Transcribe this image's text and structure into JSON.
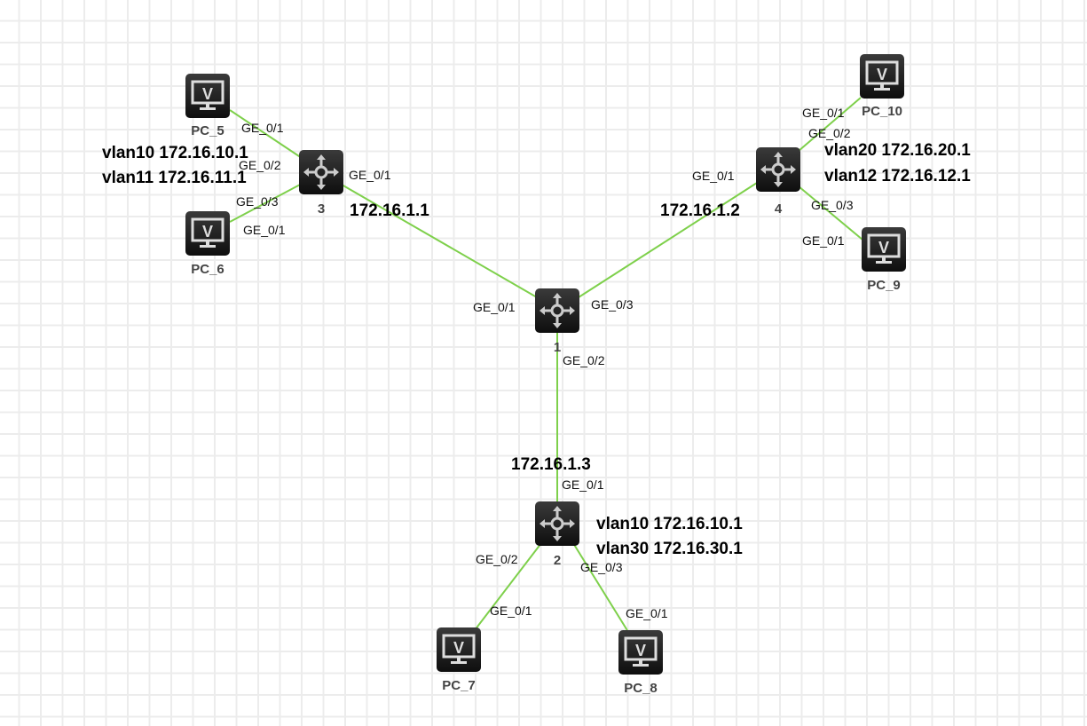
{
  "link_color": "#7ed04b",
  "nodes": {
    "pc5": {
      "label": "PC_5",
      "icon": "pc-icon"
    },
    "pc6": {
      "label": "PC_6",
      "icon": "pc-icon"
    },
    "pc7": {
      "label": "PC_7",
      "icon": "pc-icon"
    },
    "pc8": {
      "label": "PC_8",
      "icon": "pc-icon"
    },
    "pc9": {
      "label": "PC_9",
      "icon": "pc-icon"
    },
    "pc10": {
      "label": "PC_10",
      "icon": "pc-icon"
    },
    "sw1": {
      "label": "1",
      "icon": "l3-switch-icon"
    },
    "sw2": {
      "label": "2",
      "icon": "l3-switch-icon"
    },
    "sw3": {
      "label": "3",
      "icon": "l3-switch-icon"
    },
    "sw4": {
      "label": "4",
      "icon": "l3-switch-icon"
    }
  },
  "ports": {
    "pc5": "GE_0/1",
    "sw3_p2": "GE_0/2",
    "sw3_p3": "GE_0/3",
    "pc6": "GE_0/1",
    "sw3_p1": "GE_0/1",
    "sw1_p1": "GE_0/1",
    "sw1_p3": "GE_0/3",
    "sw1_p2": "GE_0/2",
    "sw4_p1": "GE_0/1",
    "pc10": "GE_0/1",
    "sw4_p2": "GE_0/2",
    "sw4_p3": "GE_0/3",
    "pc9": "GE_0/1",
    "sw2_p1": "GE_0/1",
    "sw2_p2": "GE_0/2",
    "sw2_p3": "GE_0/3",
    "pc7": "GE_0/1",
    "pc8": "GE_0/1"
  },
  "annotations": {
    "sw3_vlans": [
      "vlan10 172.16.10.1",
      "vlan11 172.16.11.1"
    ],
    "sw3_ip": "172.16.1.1",
    "sw4_ip": "172.16.1.2",
    "sw4_vlans": [
      "vlan20 172.16.20.1",
      "vlan12 172.16.12.1"
    ],
    "sw2_ip": "172.16.1.3",
    "sw2_vlans": [
      "vlan10 172.16.10.1",
      "vlan30 172.16.30.1"
    ]
  }
}
